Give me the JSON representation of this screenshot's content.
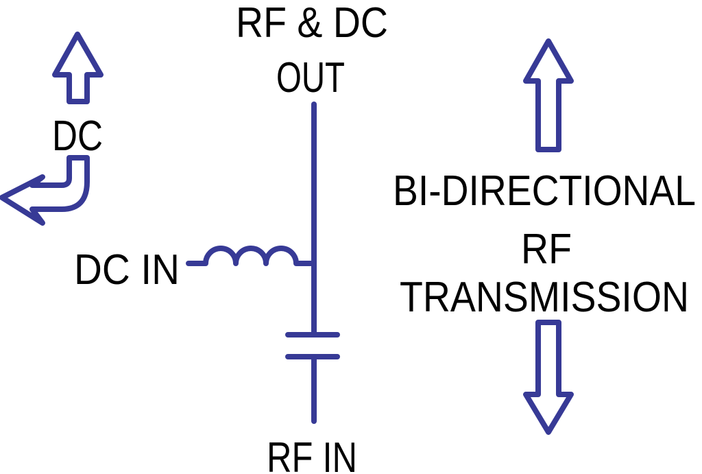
{
  "labels": {
    "rf_dc_out_line1": "RF & DC",
    "rf_dc_out_line2": "OUT",
    "dc": "DC",
    "dc_in": "DC IN",
    "rf_in": "RF IN",
    "bidir_line1": "BI-DIRECTIONAL",
    "bidir_line2": "RF",
    "bidir_line3": "TRANSMISSION"
  },
  "colors": {
    "wire": "#373a96",
    "text": "#000000"
  }
}
